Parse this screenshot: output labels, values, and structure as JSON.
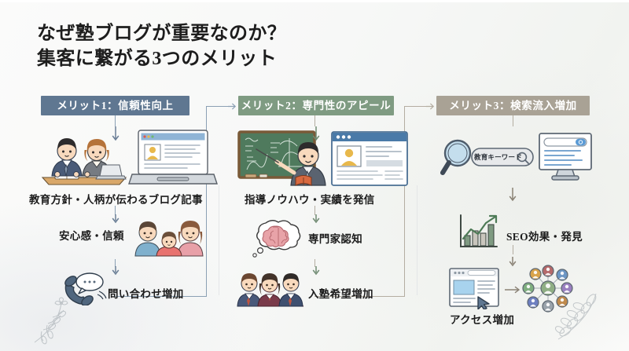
{
  "title": {
    "line1": "なぜ塾ブログが重要なのか？",
    "line2": "集客に繋がる3つのメリット"
  },
  "colors": {
    "banner1": "#5f7791",
    "banner2": "#7f9b82",
    "banner3": "#a9a295",
    "connector1": "#8ba0b4",
    "connector2": "#b4ada1",
    "text": "#1c1c1c",
    "background": "#f7f8f7"
  },
  "columns": [
    {
      "banner": "メリット1：信頼性向上",
      "items": [
        {
          "label": "教育方針・人柄が伝わるブログ記事",
          "icon": "teachers-and-laptop-illustration"
        },
        {
          "label": "安心感・信頼",
          "icon": "family-illustration"
        },
        {
          "label": "問い合わせ増加",
          "icon": "phone-speech-bubble-icon"
        }
      ]
    },
    {
      "banner": "メリット2：専門性のアピール",
      "items": [
        {
          "label": "指導ノウハウ・実績を発信",
          "icon": "teacher-blackboard-and-browser-illustration"
        },
        {
          "label": "専門家認知",
          "icon": "brain-thought-bubble-icon"
        },
        {
          "label": "入塾希望増加",
          "icon": "three-students-illustration"
        }
      ]
    },
    {
      "banner": "メリット3：検索流入増加",
      "items": [
        {
          "label": "",
          "icon": "search-bar-and-monitor-illustration",
          "search_keyword": "教育キーワード"
        },
        {
          "label": "SEO効果・発見",
          "icon": "growth-chart-icon"
        },
        {
          "label": "アクセス増加",
          "icon": "webpage-cursor-and-user-network-illustration"
        }
      ]
    }
  ],
  "decorations": {
    "sprig_left": "botanical-sprig",
    "sprig_right": "olive-branch-sprig"
  }
}
